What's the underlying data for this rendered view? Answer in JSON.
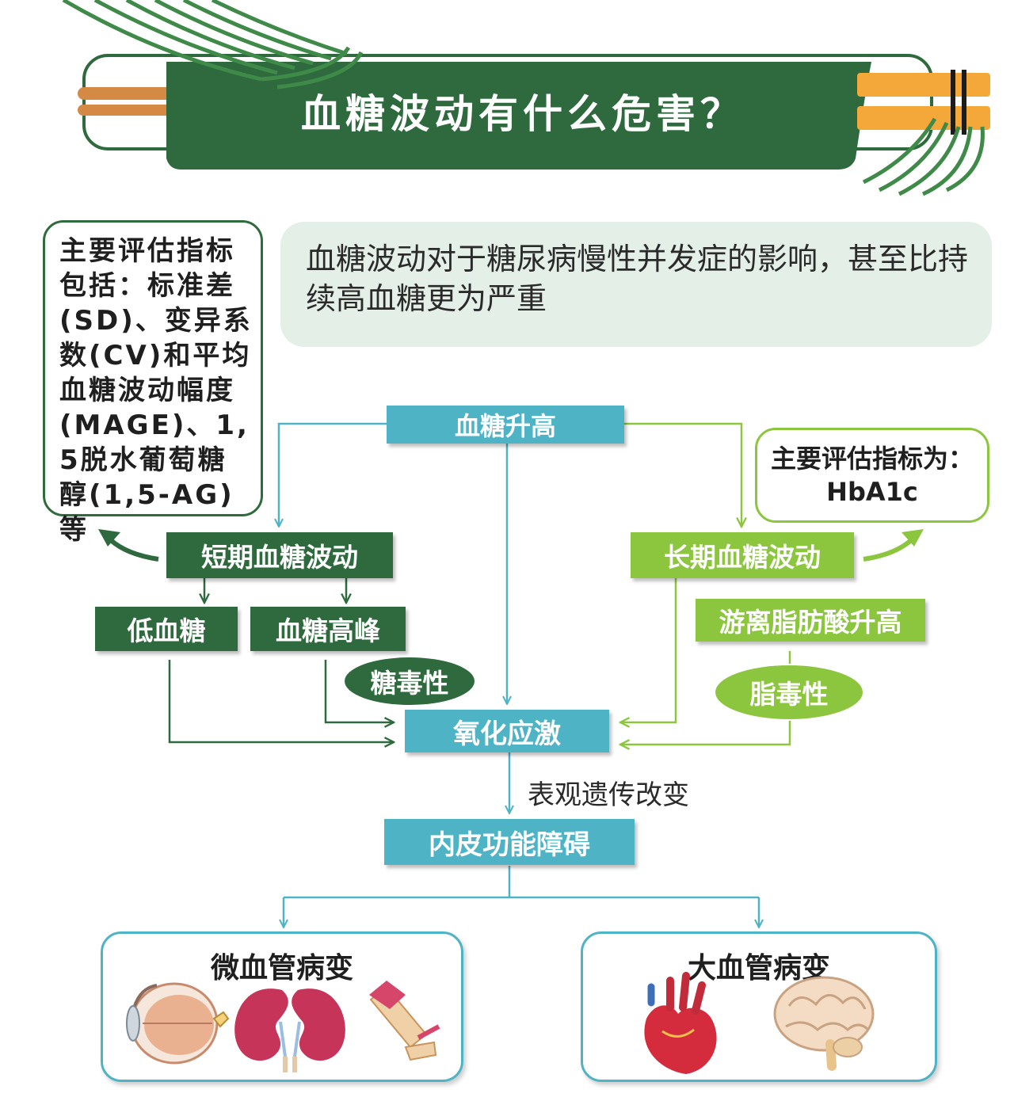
{
  "header": {
    "title": "血糖波动有什么危害？"
  },
  "notes": {
    "left": "主要评估指标包括：标准差(SD)、变异系数(CV)和平均血糖波动幅度(MAGE)、1,5脱水葡萄糖醇(1,5-AG)等",
    "right_line1": "主要评估指标为：",
    "right_line2": "HbA1c"
  },
  "intro": {
    "text": "血糖波动对于糖尿病慢性并发症的影响，甚至比持续高血糖更为严重"
  },
  "flow": {
    "top": "血糖升高",
    "short_term": "短期血糖波动",
    "long_term": "长期血糖波动",
    "hypoglycemia": "低血糖",
    "glucose_peak": "血糖高峰",
    "glucotoxicity": "糖毒性",
    "ffa_rise": "游离脂肪酸升高",
    "lipotoxicity": "脂毒性",
    "oxidative_stress": "氧化应激",
    "epigenetic": "表观遗传改变",
    "endothelial": "内皮功能障碍"
  },
  "outcomes": {
    "micro": {
      "title": "微血管病变",
      "icons": [
        "eye-icon",
        "kidneys-icon",
        "nerve-icon"
      ]
    },
    "macro": {
      "title": "大血管病变",
      "icons": [
        "heart-icon",
        "brain-icon"
      ]
    }
  },
  "colors": {
    "dark_green": "#2e6a3d",
    "light_green": "#8cc63e",
    "teal": "#4fb3c6",
    "pale_green": "#e4efe7"
  }
}
